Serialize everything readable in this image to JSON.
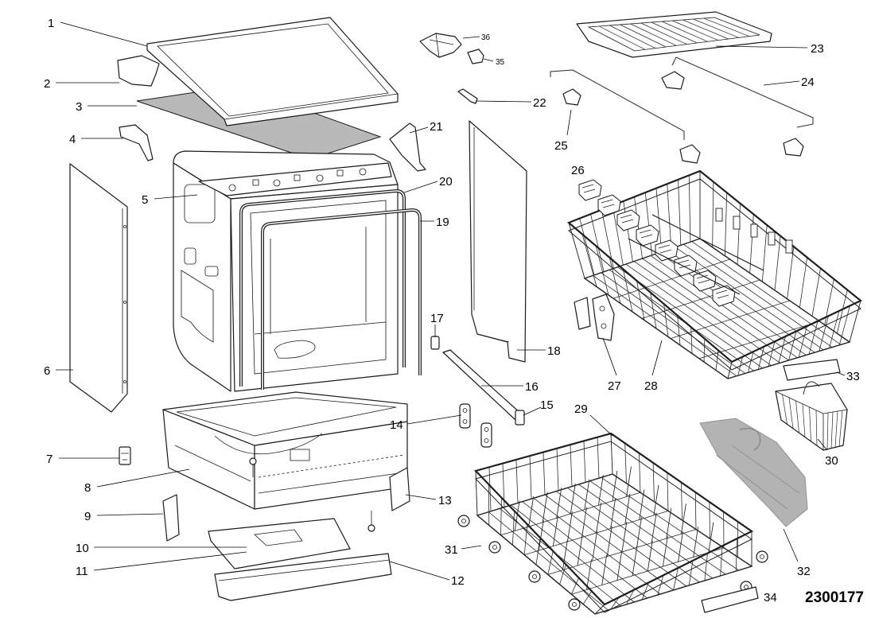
{
  "callouts": {
    "p1": "1",
    "p2": "2",
    "p3": "3",
    "p4": "4",
    "p5": "5",
    "p6": "6",
    "p7": "7",
    "p8": "8",
    "p9": "9",
    "p10": "10",
    "p11": "11",
    "p12": "12",
    "p13": "13",
    "p14": "14",
    "p15": "15",
    "p16": "16",
    "p17": "17",
    "p18": "18",
    "p19": "19",
    "p20": "20",
    "p21": "21",
    "p22": "22",
    "p23": "23",
    "p24": "24",
    "p25": "25",
    "p26": "26",
    "p27": "27",
    "p28": "28",
    "p29": "29",
    "p30": "30",
    "p31": "31",
    "p32": "32",
    "p33": "33",
    "p34": "34",
    "p35": "35",
    "p36": "36"
  },
  "drawing_number": "2300177",
  "colors": {
    "line": "#1a1a1a",
    "insulation": "#b9b9b9",
    "accessory": "#9a9a9a"
  }
}
